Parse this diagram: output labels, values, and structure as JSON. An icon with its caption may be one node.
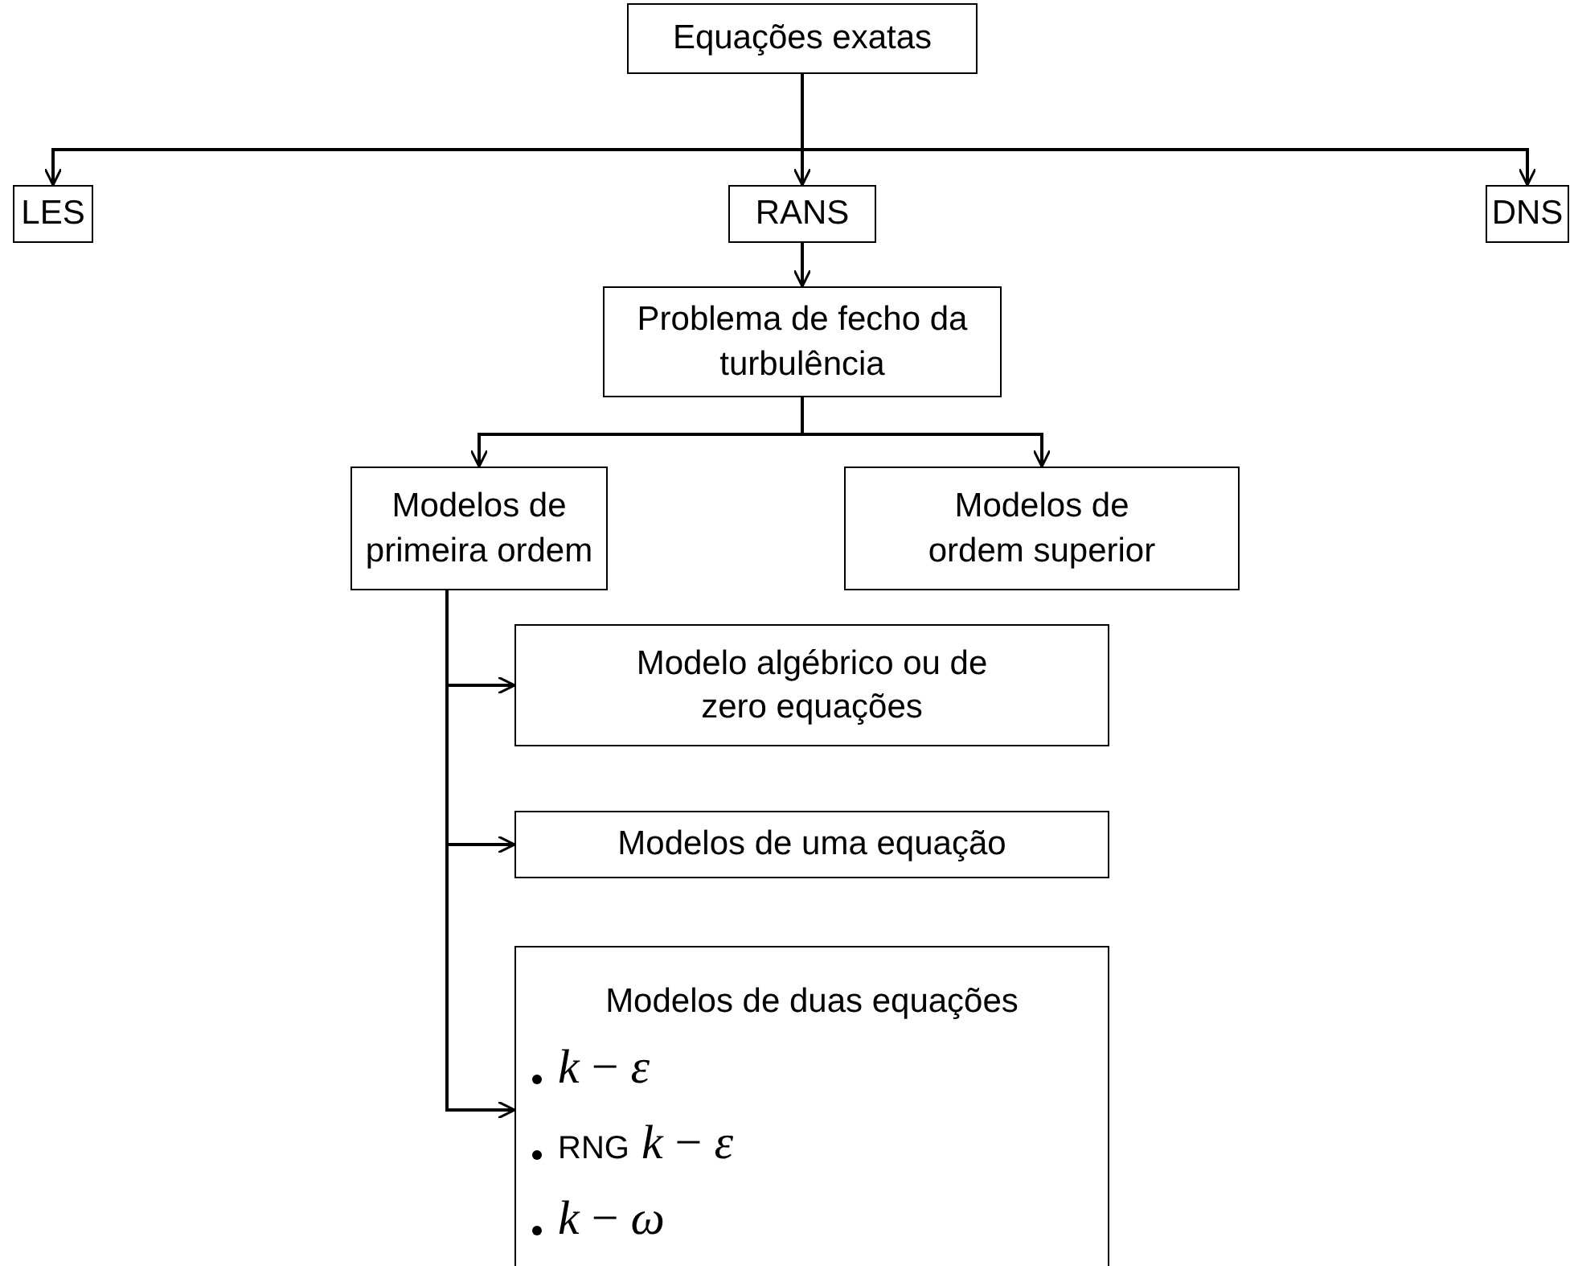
{
  "diagram": {
    "nodes": [
      {
        "text": [
          "Equações exatas"
        ]
      },
      {
        "text": [
          "LES"
        ]
      },
      {
        "text": [
          "RANS"
        ]
      },
      {
        "text": [
          "DNS"
        ]
      },
      {
        "text": [
          "Problema de fecho da turbulência"
        ]
      },
      {
        "text": [
          "Modelos de primeira ordem"
        ]
      },
      {
        "text": [
          "Modelos de ordem superior"
        ]
      },
      {
        "text": [
          "Modelo algébrico ou de zero equações"
        ]
      },
      {
        "text": [
          "Modelos de uma equação"
        ]
      },
      {
        "text": [
          "Modelos de duas equações",
          "*k* − *ε*",
          "RNG *k* − *ε*",
          "*k* − *ω*"
        ]
      }
    ],
    "edges": [
      {
        "from": 0,
        "to": 1,
        "arrow": "to"
      },
      {
        "from": 0,
        "to": 2,
        "arrow": "to"
      },
      {
        "from": 0,
        "to": 3,
        "arrow": "to"
      },
      {
        "from": 2,
        "to": 4,
        "arrow": "to"
      },
      {
        "from": 4,
        "to": 5,
        "arrow": "to"
      },
      {
        "from": 4,
        "to": 6,
        "arrow": "to"
      },
      {
        "from": 5,
        "to": 7,
        "arrow": "to"
      },
      {
        "from": 5,
        "to": 8,
        "arrow": "to"
      },
      {
        "from": 5,
        "to": 9,
        "arrow": "to"
      }
    ]
  }
}
